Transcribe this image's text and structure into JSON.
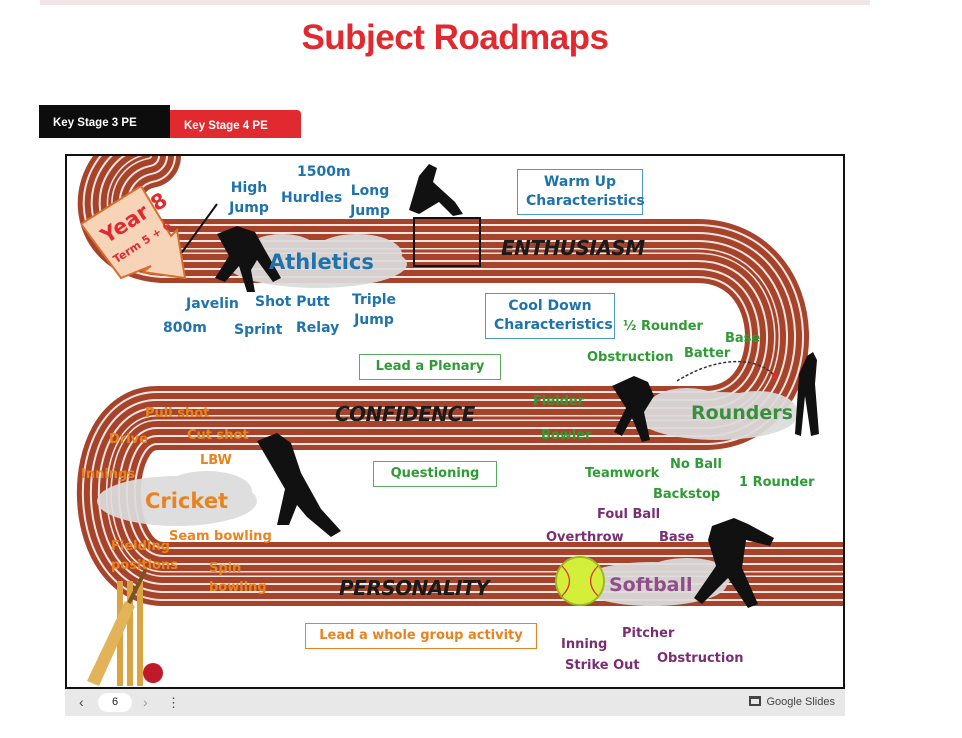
{
  "header": {
    "title": "Subject Roadmaps"
  },
  "tabs": [
    {
      "label": "Key Stage 3 PE"
    },
    {
      "label": "Key Stage 4 PE"
    }
  ],
  "slide": {
    "year_badge": {
      "year": "Year 8",
      "term": "Term 5 + 6"
    },
    "values": [
      "ENTHUSIASM",
      "CONFIDENCE",
      "PERSONALITY"
    ],
    "boxes": {
      "warm_up": "Warm Up Characteristics",
      "cool_down": "Cool Down Characteristics",
      "plenary": "Lead a Plenary",
      "questioning": "Questioning",
      "group_activity": "Lead a whole group activity"
    },
    "athletics": {
      "title": "Athletics",
      "events": {
        "high_jump": "High Jump",
        "hurdles": "Hurdles",
        "m1500": "1500m",
        "long_jump": "Long Jump",
        "javelin": "Javelin",
        "shot_putt": "Shot Putt",
        "triple_jump": "Triple Jump",
        "m800": "800m",
        "sprint": "Sprint",
        "relay": "Relay"
      }
    },
    "rounders": {
      "title": "Rounders",
      "terms": {
        "half_rounder": "½ Rounder",
        "base": "Base",
        "batter": "Batter",
        "obstruction": "Obstruction",
        "fielder": "Fielder",
        "bowler": "Bowler",
        "teamwork": "Teamwork",
        "no_ball": "No Ball",
        "backstop": "Backstop",
        "one_rounder": "1 Rounder"
      }
    },
    "cricket": {
      "title": "Cricket",
      "terms": {
        "pull_shot": "Pull shot",
        "drive": "Drive",
        "cut_shot": "Cut shot",
        "lbw": "LBW",
        "innings": "Innings",
        "seam_bowling": "Seam bowling",
        "fielding_positions": "Fielding positions",
        "spin_bowling": "Spin bowling"
      }
    },
    "softball": {
      "title": "Softball",
      "terms": {
        "foul_ball": "Foul Ball",
        "overthrow": "Overthrow",
        "base": "Base",
        "pitcher": "Pitcher",
        "inning": "Inning",
        "strike_out": "Strike Out",
        "obstruction": "Obstruction"
      }
    }
  },
  "controls": {
    "page_number": "6",
    "brand": "Google Slides"
  },
  "colors": {
    "accent": "#e12a2f",
    "track": "#a7432a",
    "lane_line": "#f3e6e0"
  }
}
